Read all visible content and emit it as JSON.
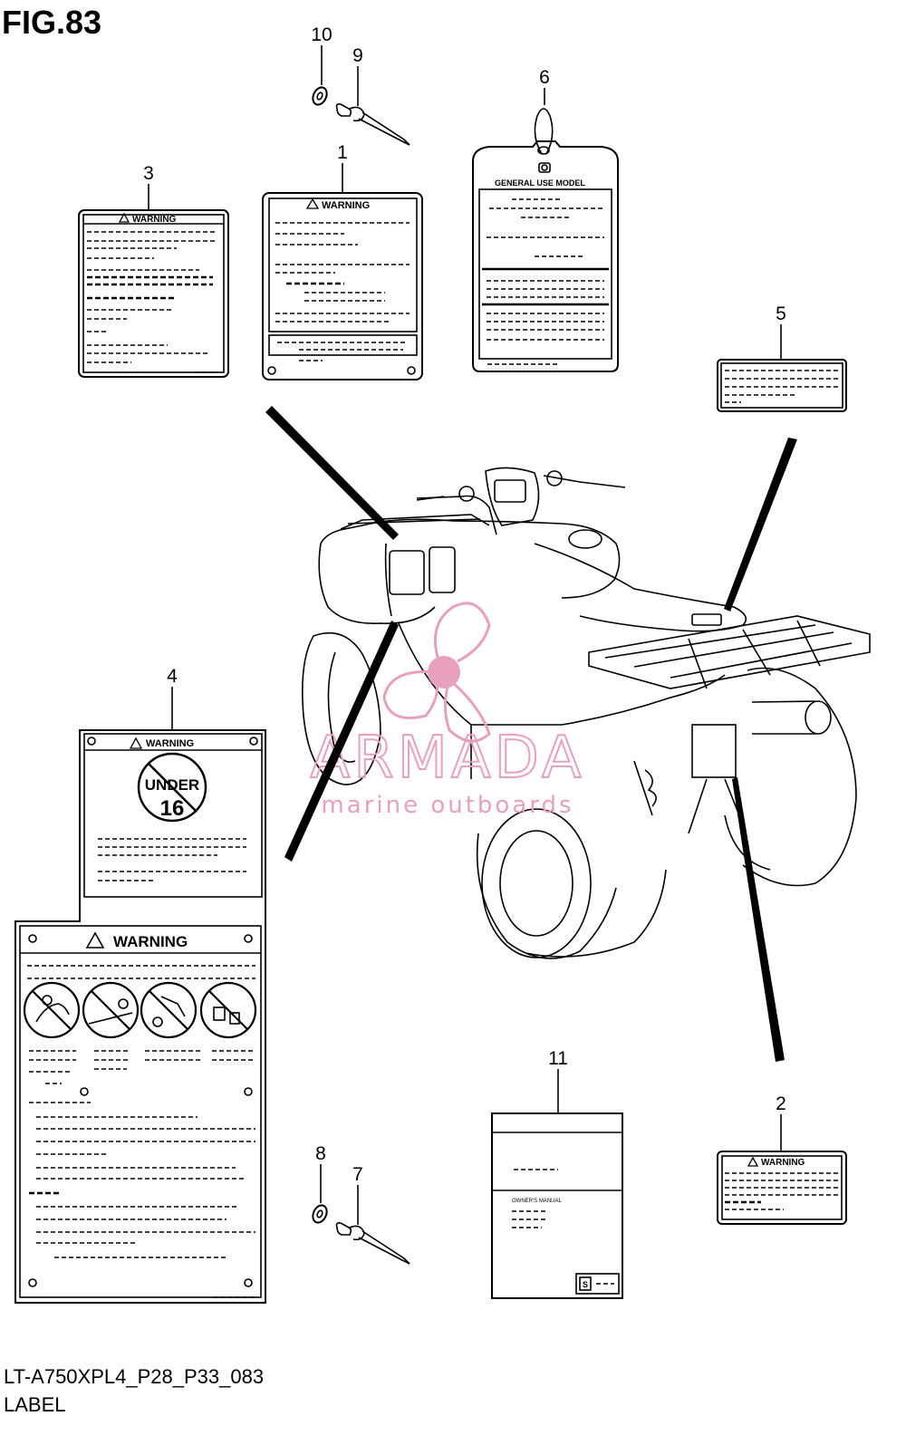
{
  "figure": {
    "title": "FIG.83"
  },
  "footer": {
    "code": "LT-A750XPL4_P28_P33_083",
    "name": "LABEL"
  },
  "labels": {
    "warning": "WARNING",
    "general_use": "GENERAL USE MODEL",
    "under": "UNDER",
    "age": "16",
    "manual_title": "OWNER'S MANUAL"
  },
  "callouts": [
    "1",
    "2",
    "3",
    "4",
    "5",
    "6",
    "7",
    "8",
    "9",
    "10",
    "11"
  ],
  "watermark": {
    "brand": "ARMADA",
    "tagline": "marine outboards",
    "color": "#e8a0bf"
  },
  "icons": [
    "warning-triangle-icon",
    "no-passenger-icon",
    "no-paved-surface-icon",
    "no-alcohol-drugs-icon",
    "helmet-gear-icon",
    "rivet-icon",
    "washer-icon",
    "atv-vehicle-icon",
    "propeller-logo-icon"
  ]
}
